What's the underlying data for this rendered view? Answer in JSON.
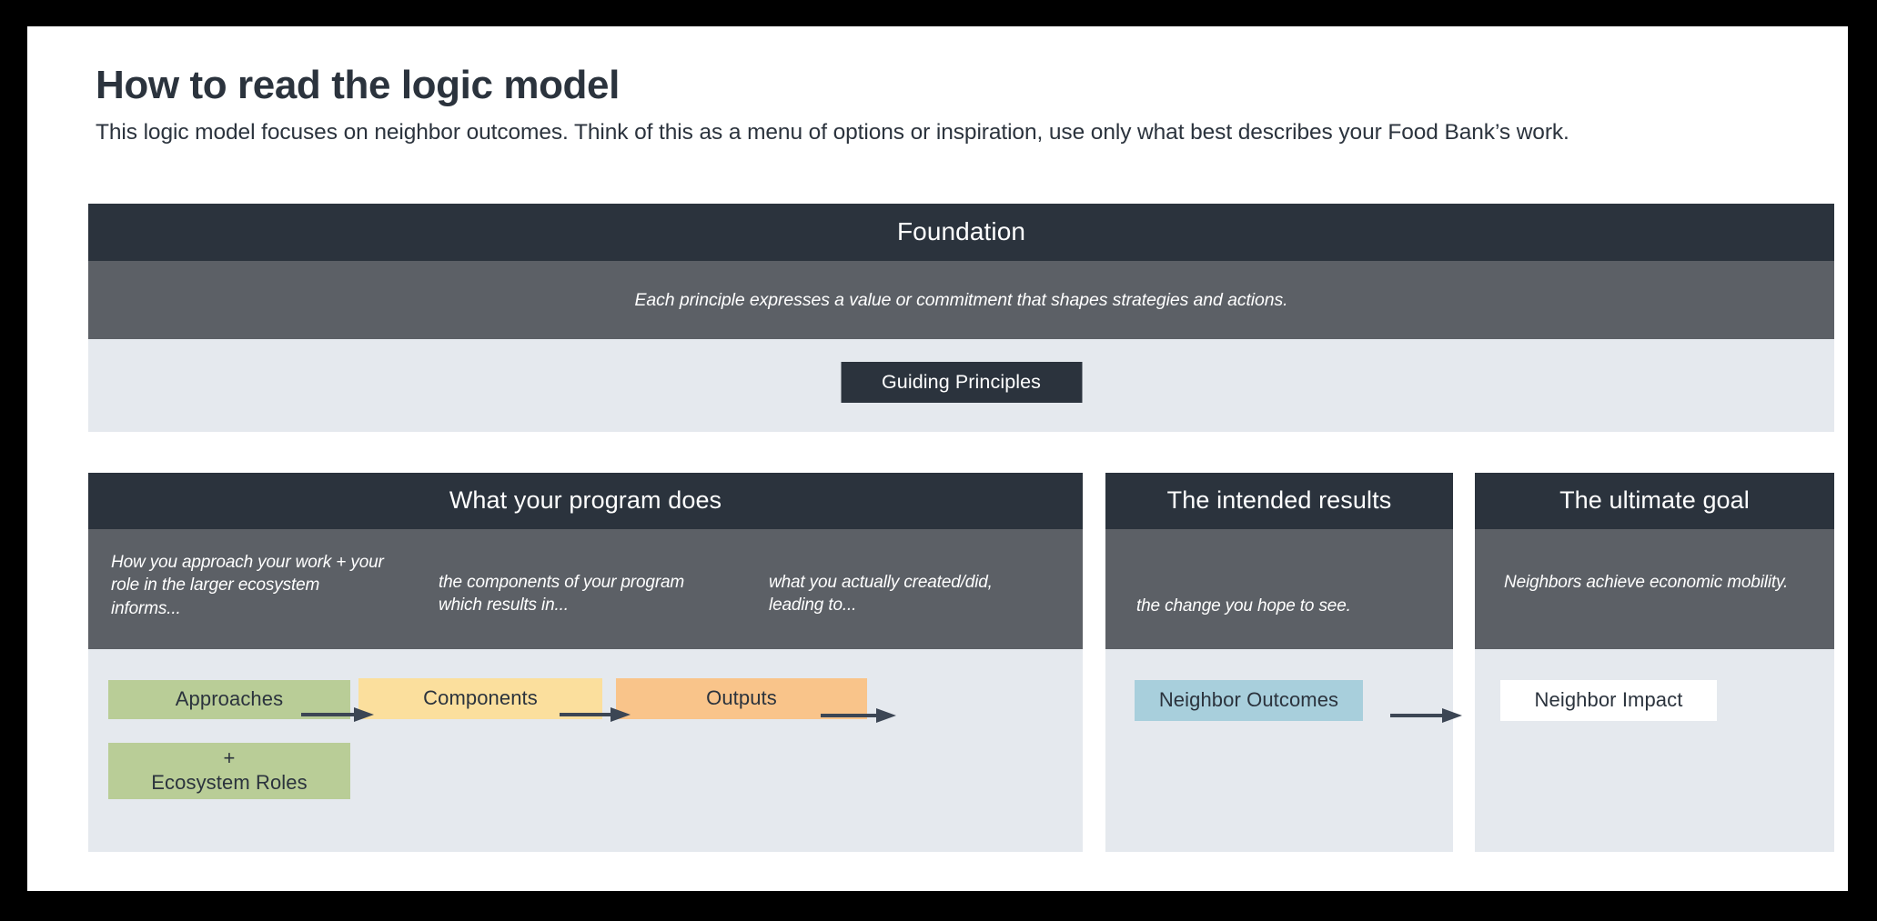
{
  "header": {
    "title": "How to read the logic model",
    "subtitle": "This logic model focuses on neighbor outcomes. Think of this as a menu of options or inspiration, use only what best describes your Food Bank’s work."
  },
  "foundation": {
    "header": "Foundation",
    "note": "Each principle expresses a value or commitment that shapes strategies and actions.",
    "chip_label": "Guiding Principles"
  },
  "columns": {
    "program": {
      "header": "What your program does",
      "captions": {
        "approaches": "How you approach your work + your role in the larger ecosystem informs...",
        "components": "the components of your program which results in...",
        "outputs": "what you actually created/did, leading to..."
      },
      "boxes": {
        "approaches": "Approaches",
        "ecosystem_plus": "+",
        "ecosystem_roles": "Ecosystem Roles",
        "components": "Components",
        "outputs": "Outputs"
      }
    },
    "results": {
      "header": "The intended results",
      "caption": "the change you hope to see.",
      "box": "Neighbor Outcomes"
    },
    "goal": {
      "header": "The ultimate goal",
      "caption": "Neighbors achieve economic mobility.",
      "box": "Neighbor Impact"
    }
  },
  "colors": {
    "dark_navy": "#2b333d",
    "gray_band": "#5c6066",
    "panel_bg": "#e5e9ee",
    "green": "#b9cd97",
    "yellow": "#fbdf9d",
    "orange": "#f9c48a",
    "blue": "#a8cfdc",
    "white": "#ffffff",
    "slide_border": "#000000"
  }
}
